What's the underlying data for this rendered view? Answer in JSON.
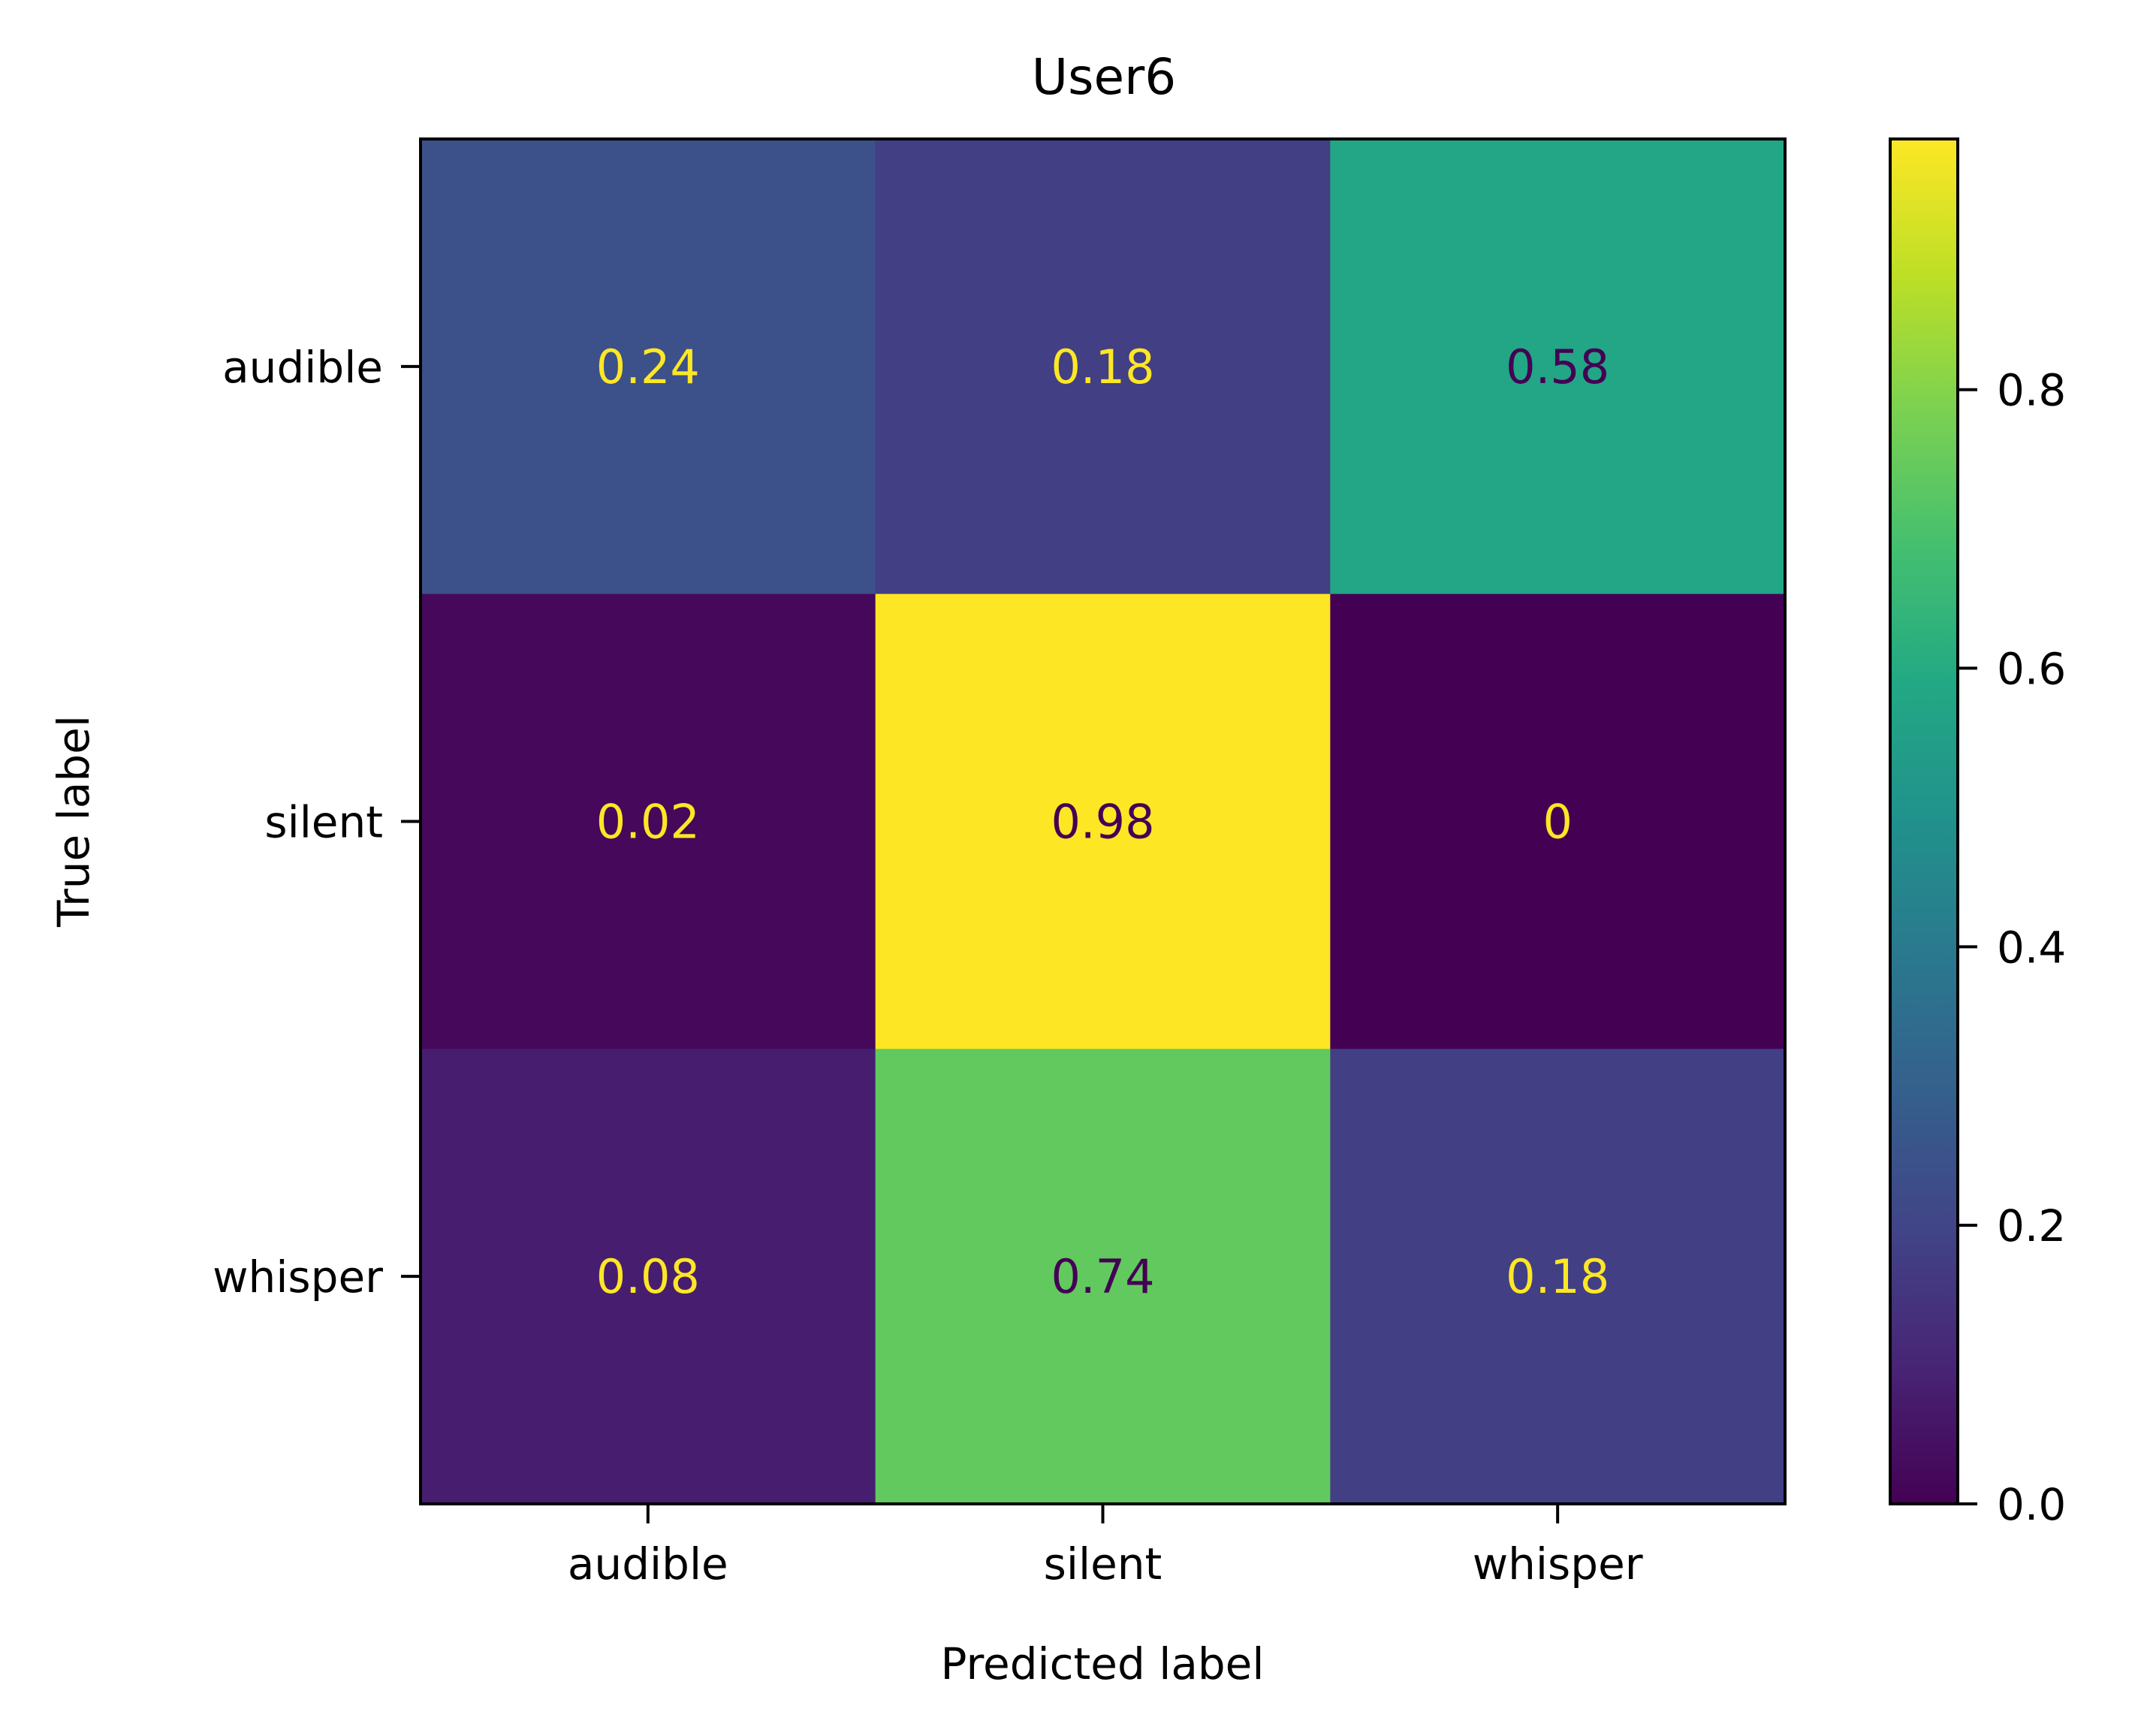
{
  "chart_data": {
    "type": "heatmap",
    "title": "User6",
    "xlabel": "Predicted label",
    "ylabel": "True label",
    "x_categories": [
      "audible",
      "silent",
      "whisper"
    ],
    "y_categories": [
      "audible",
      "silent",
      "whisper"
    ],
    "matrix": [
      [
        0.24,
        0.18,
        0.58
      ],
      [
        0.02,
        0.98,
        0
      ],
      [
        0.08,
        0.74,
        0.18
      ]
    ],
    "cell_labels": [
      [
        "0.24",
        "0.18",
        "0.58"
      ],
      [
        "0.02",
        "0.98",
        "0"
      ],
      [
        "0.08",
        "0.74",
        "0.18"
      ]
    ],
    "colorbar": {
      "range": [
        0,
        0.98
      ],
      "ticks": [
        0.0,
        0.2,
        0.4,
        0.6,
        0.8
      ],
      "tick_labels": [
        "0.0",
        "0.2",
        "0.4",
        "0.6",
        "0.8"
      ]
    },
    "colormap": "viridis",
    "text_color_light": "#fde725",
    "text_color_dark": "#440154",
    "grid": false
  }
}
